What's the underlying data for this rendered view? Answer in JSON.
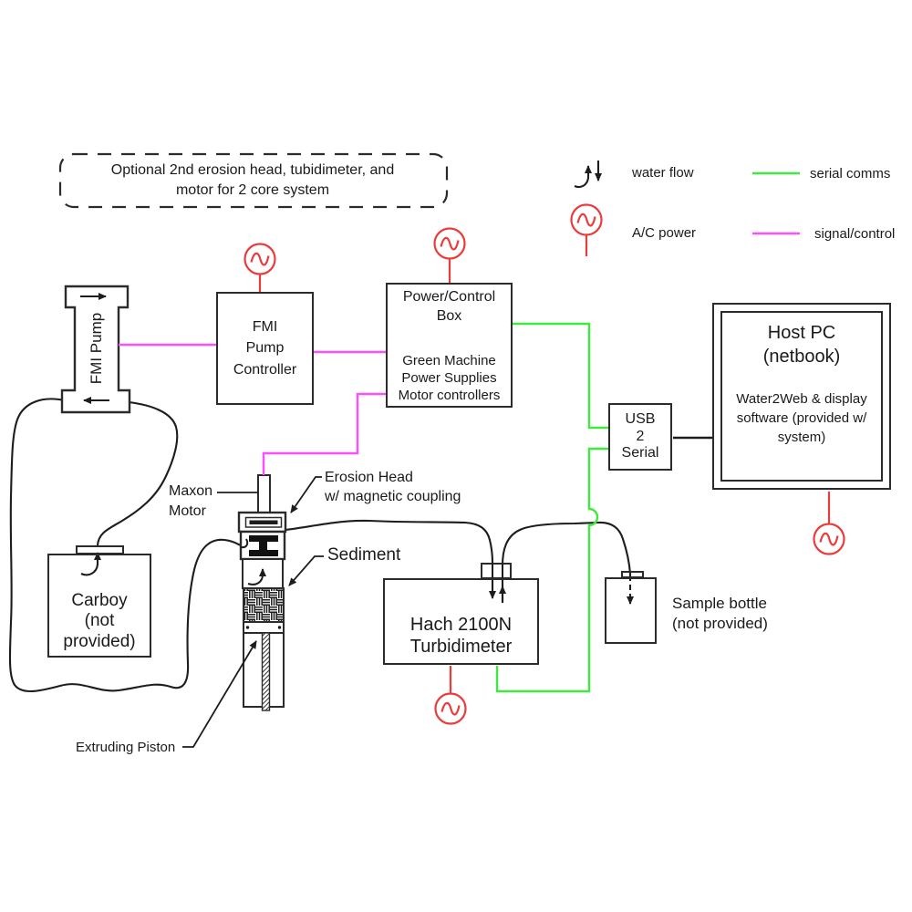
{
  "note": {
    "text": "Optional 2nd erosion head, tubidimeter, and\nmotor for 2 core system"
  },
  "legend": {
    "water_flow": "water flow",
    "ac_power": "A/C power",
    "serial_comms": "serial comms",
    "signal_control": "signal/control"
  },
  "colors": {
    "serial_comms": "#3fe93f",
    "signal_control": "#ff4dff",
    "ac_power": "#e93c3c",
    "ink": "#222222"
  },
  "components": {
    "fmi_pump": "FMI Pump",
    "fmi_pump_controller": "FMI\nPump\nController",
    "power_box_title": "Power/Control\nBox",
    "power_box_body": "Green Machine\nPower Supplies\nMotor controllers",
    "usb_serial": "USB\n2\nSerial",
    "host_pc_title": "Host PC\n(netbook)",
    "host_pc_body": "Water2Web & display\nsoftware (provided w/\nsystem)",
    "carboy": "Carboy\n(not\nprovided)",
    "turbidimeter": "Hach 2100N\nTurbidimeter",
    "sample_bottle": "Sample bottle\n(not provided)"
  },
  "labels": {
    "maxon_motor": "Maxon\nMotor",
    "erosion_head": "Erosion Head\nw/ magnetic coupling",
    "sediment": "Sediment",
    "extruding_piston": "Extruding Piston"
  }
}
